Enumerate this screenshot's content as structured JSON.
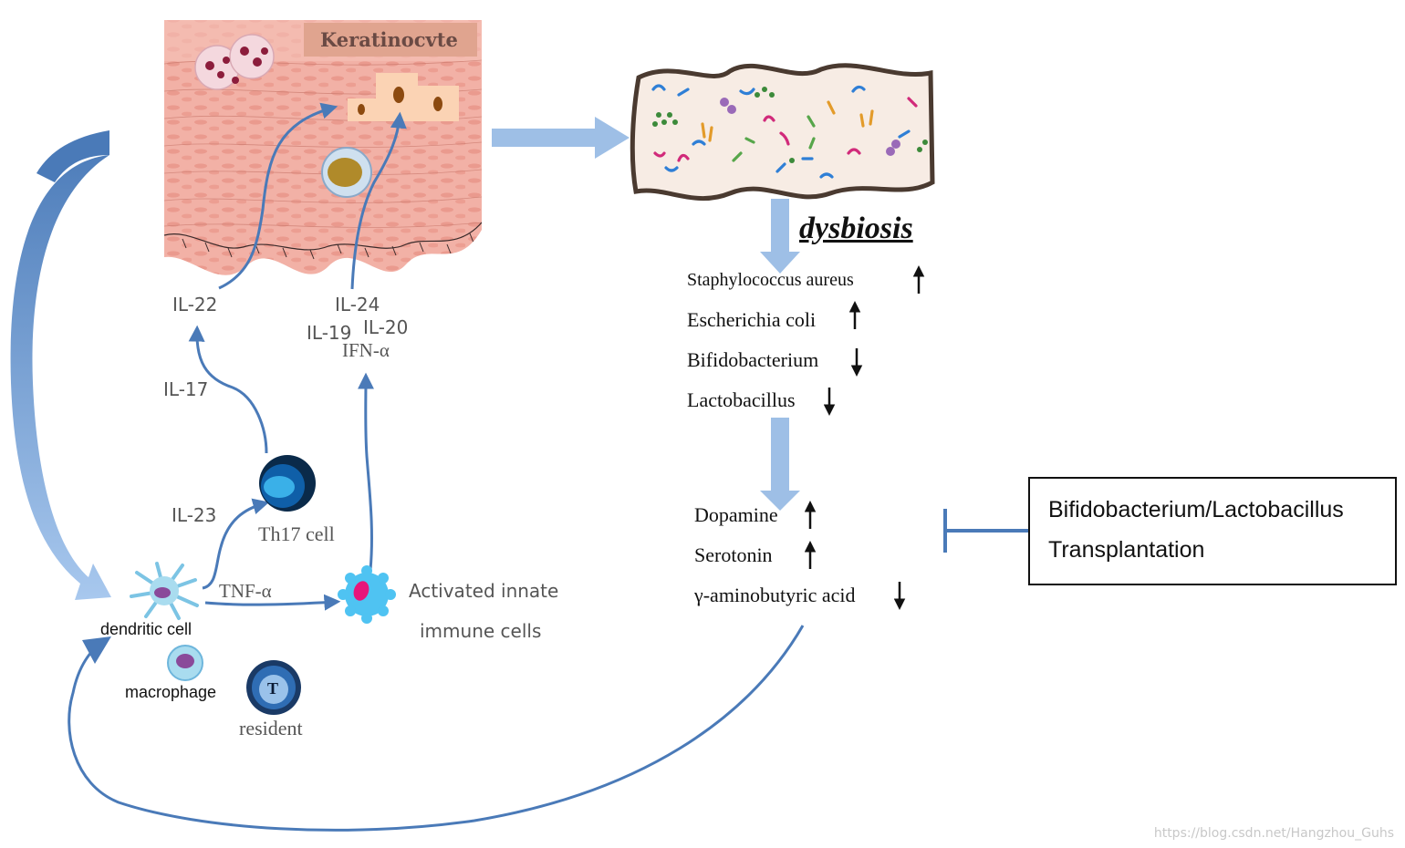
{
  "skin": {
    "title": "Keratinocvte"
  },
  "cytokines": {
    "il22": "IL-22",
    "il24": "IL-24",
    "il19": "IL-19",
    "il20": "IL-20",
    "ifn": "IFN-α",
    "il17": "IL-17",
    "il23": "IL-23",
    "tnf": "TNF-α"
  },
  "cells": {
    "th17": "Th17 cell",
    "innate_line1": "Activated innate",
    "innate_line2": "immune cells",
    "dendritic": "dendritic cell",
    "macrophage": "macrophage",
    "t_letter": "T",
    "resident": "resident"
  },
  "gut": {
    "dysbiosis": "dysbiosis"
  },
  "bacteria": [
    {
      "name": "Staphylococcus aureus",
      "trend": "up"
    },
    {
      "name": "Escherichia coli",
      "trend": "up"
    },
    {
      "name": "Bifidobacterium",
      "trend": "down"
    },
    {
      "name": "Lactobacillus",
      "trend": "down"
    }
  ],
  "neurotransmitters": [
    {
      "name": "Dopamine",
      "trend": "up"
    },
    {
      "name": "Serotonin",
      "trend": "up"
    },
    {
      "name": "γ-aminobutyric acid",
      "trend": "down"
    }
  ],
  "treatment": {
    "line1": "Bifidobacterium/Lactobacillus",
    "line2": "Transplantation"
  },
  "watermark": "https://blog.csdn.net/Hangzhou_Guhs",
  "colors": {
    "arrow_blue": "#4a7ab8",
    "arrow_light": "#9ebfe6",
    "skin_pink": "#f2b1a6",
    "skin_deep": "#e89486",
    "gut_fill": "#f7ece4",
    "gut_edge": "#4a3a30"
  }
}
